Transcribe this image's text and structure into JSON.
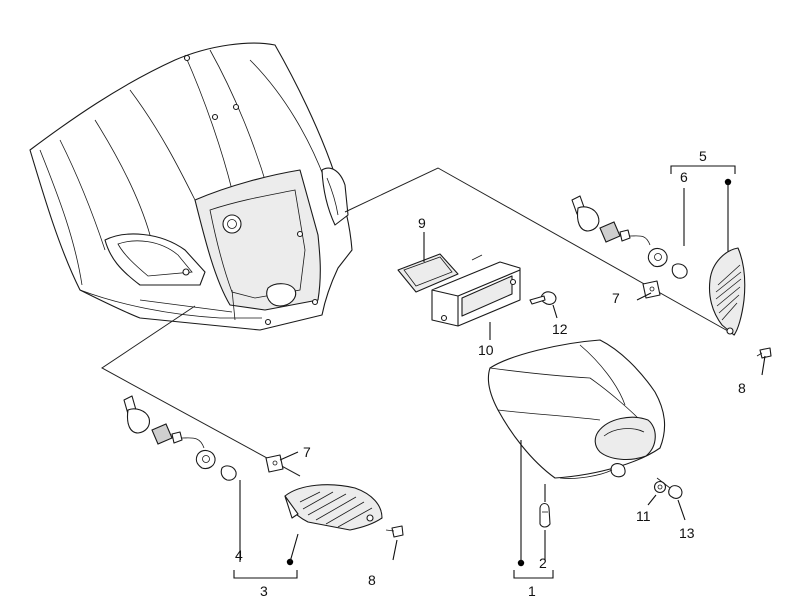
{
  "callouts": {
    "c1": "1",
    "c2": "2",
    "c3": "3",
    "c4": "4",
    "c5": "5",
    "c6": "6",
    "c7a": "7",
    "c7b": "7",
    "c8a": "8",
    "c8b": "8",
    "c9": "9",
    "c10": "10",
    "c11": "11",
    "c12": "12",
    "c13": "13"
  }
}
